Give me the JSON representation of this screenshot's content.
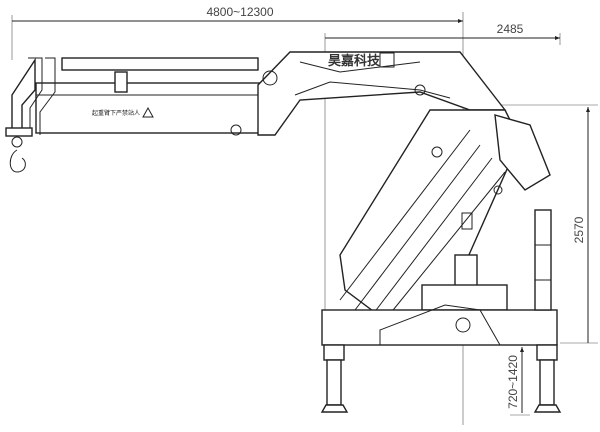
{
  "title": "Knuckle boom crane dimension drawing",
  "dimensions": {
    "reach": "4800~12300",
    "width": "2485",
    "height": "2570",
    "outrigger_stroke": "720~1420"
  },
  "brand": "昊嘉科技",
  "warning_label": "起重臂下严禁站人",
  "colors": {
    "line": "#222222",
    "background": "#ffffff"
  }
}
